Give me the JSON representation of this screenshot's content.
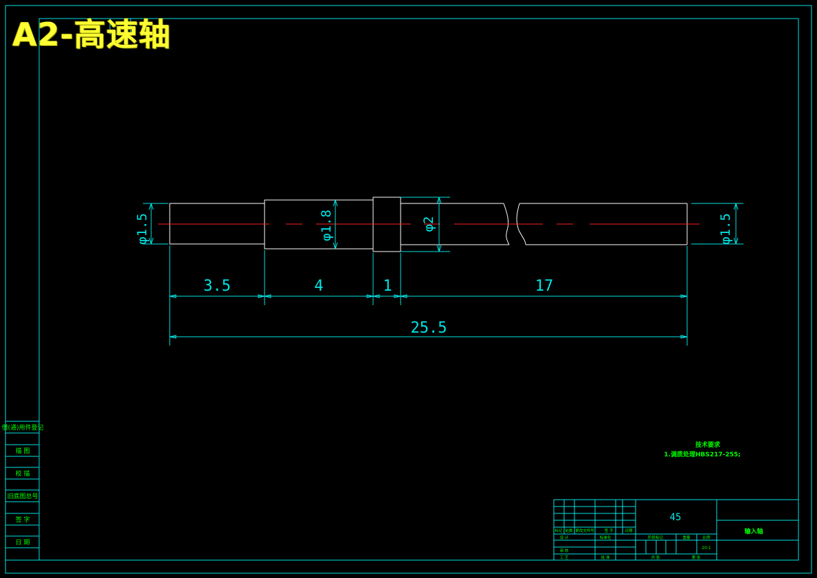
{
  "title": "A2-高速轴",
  "colors": {
    "background": "#000000",
    "frame": "#00e5e5",
    "outline": "#ffffff",
    "centerline": "#ff2020",
    "dimension": "#00e5e5",
    "text": "#00ff00",
    "title_text": "#ffff33"
  },
  "diameters": {
    "left_end": "φ1.5",
    "journal": "φ1.8",
    "collar": "φ2",
    "right_end": "φ1.5"
  },
  "lengths": {
    "seg1": "3.5",
    "seg2": "4",
    "seg3": "1",
    "seg4": "17",
    "total": "25.5"
  },
  "tech_requirements": {
    "heading": "技术要求",
    "line1": "1.调质处理HBS217-255;"
  },
  "side_table": [
    "借(通)用件登记",
    "描  图",
    "校  描",
    "旧底图总号",
    "签  字",
    "日  期"
  ],
  "title_block": {
    "material": "45",
    "part_name": "输入轴",
    "scale_label": "比例",
    "scale": "20:1",
    "weight_label": "重量",
    "stage_label": "阶段标记",
    "sheet_total": "共  张",
    "sheet_no": "第  张",
    "rev_cols": [
      "标记",
      "处数",
      "更改文件号",
      "签  字",
      "日期"
    ],
    "design": "设 计",
    "standardize": "标准化",
    "check": "审 核",
    "process": "工 艺",
    "approve": "批 准",
    "date": "日 期"
  }
}
